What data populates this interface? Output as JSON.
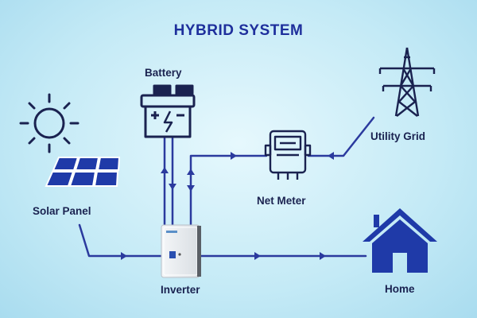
{
  "title": "HYBRID SYSTEM",
  "labels": {
    "battery": "Battery",
    "utility_grid": "Utility Grid",
    "net_meter": "Net Meter",
    "solar_panel": "Solar Panel",
    "inverter": "Inverter",
    "home": "Home"
  },
  "colors": {
    "line": "#2b3a9e",
    "icon": "#1a2250",
    "home": "#1f3aa8",
    "title": "#1e2f9c"
  },
  "icons": [
    "sun-icon",
    "solar-panel-icon",
    "battery-icon",
    "transmission-tower-icon",
    "net-meter-icon",
    "inverter-icon",
    "home-icon"
  ]
}
